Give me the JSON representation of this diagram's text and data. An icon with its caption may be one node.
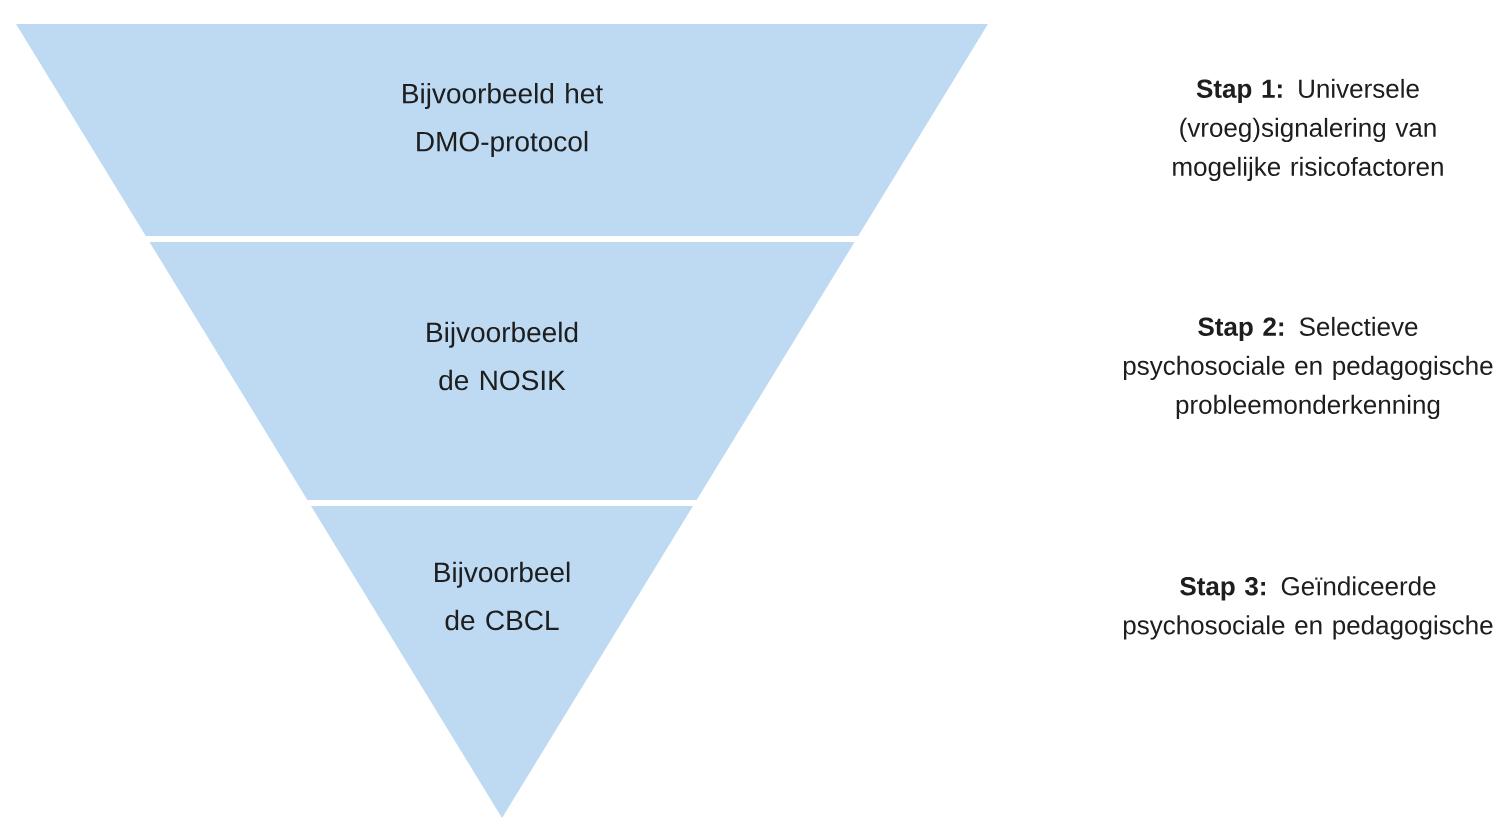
{
  "diagram": {
    "nodes": [
      {
        "text": [
          "Bijvoorbeeld het DMO-protocol"
        ]
      },
      {
        "text": [
          "Bijvoorbeeld de NOSIK"
        ]
      },
      {
        "text": [
          "Bijvoorbeel de CBCL"
        ]
      }
    ],
    "labels": [
      "**Stap 1:** Universele (vroeg)signalering van mogelijke risicofactoren",
      "**Stap 2:** Selectieve psychosociale en pedagogische probleemonderkenning",
      "**Stap 3:** Geïndiceerde psychosociale en pedagogische"
    ]
  }
}
